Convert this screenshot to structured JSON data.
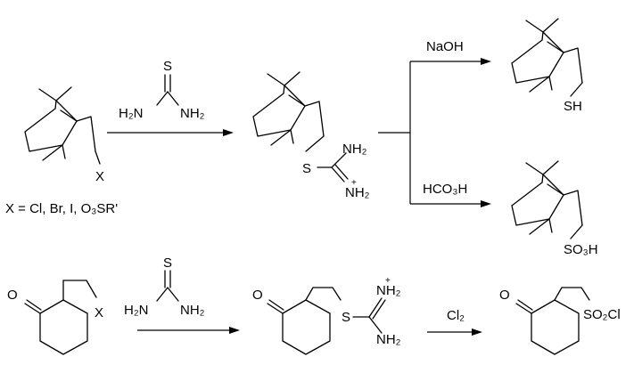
{
  "scheme": {
    "reagents": {
      "thiourea_s": "S",
      "thiourea_left": "H₂N",
      "thiourea_right": "NH₂",
      "naoh": "NaOH",
      "hco3h": "HCO₃H",
      "cl2": "Cl₂"
    },
    "atoms": {
      "x_bornyl": "X",
      "x_ketone": "X",
      "sh": "SH",
      "so3h": "SO₃H",
      "s_top": "S",
      "nh2_top": "NH₂",
      "nh2plus_top": "NH₂",
      "plus_top": "+",
      "s_bottom": "S",
      "nh2plus_bottom": "NH₂",
      "plus_bottom": "+",
      "nh2_bottom": "NH₂",
      "o_ketone_1": "O",
      "o_ketone_2": "O",
      "o_ketone_3": "O",
      "so2cl": "SO₂Cl"
    },
    "legend": "X = Cl,  Br,  I,  O₃SR'"
  }
}
